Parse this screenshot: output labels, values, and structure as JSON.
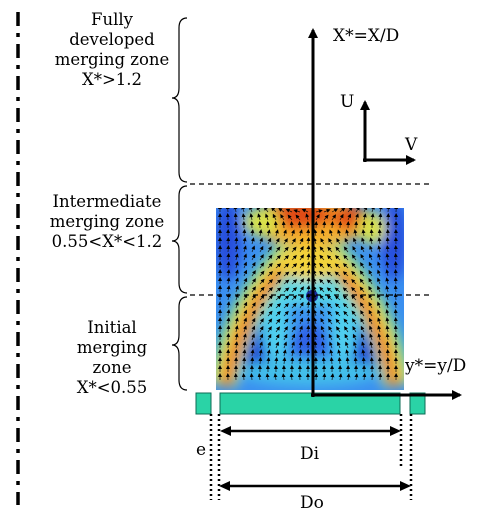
{
  "zones": {
    "fully": {
      "lines": [
        "Fully",
        "developed",
        "merging zone",
        "X*>1.2"
      ]
    },
    "intermediate": {
      "lines": [
        "Intermediate",
        "merging zone",
        "0.55<X*<1.2"
      ]
    },
    "initial": {
      "lines": [
        "Initial",
        "merging",
        "zone",
        "X*<0.55"
      ]
    }
  },
  "axes": {
    "x_label": "X*=X/D",
    "y_label": "y*=y/D",
    "u_label": "U",
    "v_label": "V"
  },
  "dimensions": {
    "e": "e",
    "di": "Di",
    "do": "Do"
  },
  "colors": {
    "nozzle": "#2ad3a6",
    "contour_low": "#1f3fd6",
    "contour_high": "#d81a12"
  }
}
